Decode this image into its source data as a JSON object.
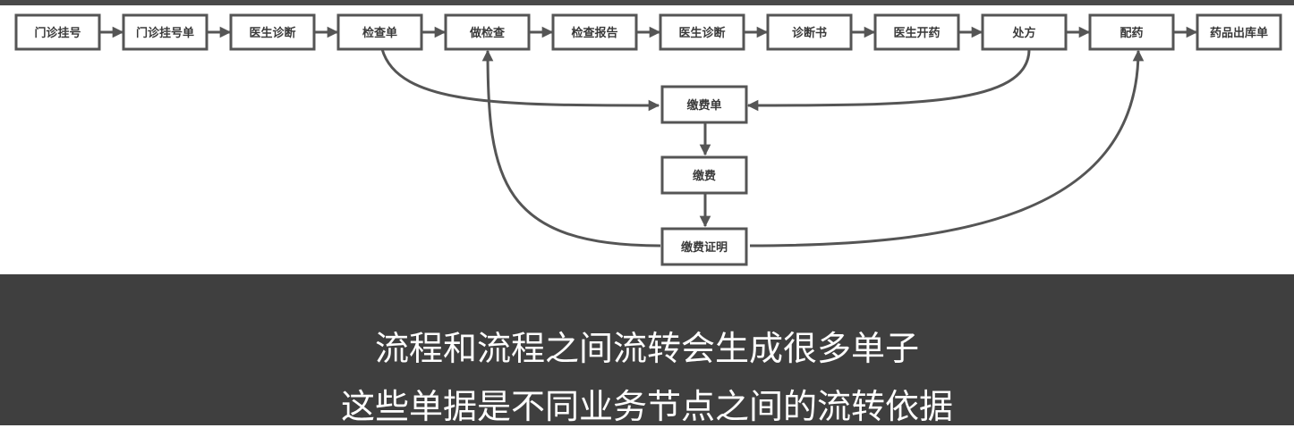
{
  "diagram": {
    "nodes": [
      {
        "id": "n1",
        "label": "门诊挂号"
      },
      {
        "id": "n2",
        "label": "门诊挂号单"
      },
      {
        "id": "n3",
        "label": "医生诊断"
      },
      {
        "id": "n4",
        "label": "检查单"
      },
      {
        "id": "n5",
        "label": "做检查"
      },
      {
        "id": "n6",
        "label": "检查报告"
      },
      {
        "id": "n7",
        "label": "医生诊断"
      },
      {
        "id": "n8",
        "label": "诊断书"
      },
      {
        "id": "n9",
        "label": "医生开药"
      },
      {
        "id": "n10",
        "label": "处方"
      },
      {
        "id": "n11",
        "label": "配药"
      },
      {
        "id": "n12",
        "label": "药品出库单"
      },
      {
        "id": "p1",
        "label": "缴费单"
      },
      {
        "id": "p2",
        "label": "缴费"
      },
      {
        "id": "p3",
        "label": "缴费证明"
      }
    ],
    "edges": [
      {
        "from": "n1",
        "to": "n2"
      },
      {
        "from": "n2",
        "to": "n3"
      },
      {
        "from": "n3",
        "to": "n4"
      },
      {
        "from": "n4",
        "to": "n5"
      },
      {
        "from": "n5",
        "to": "n6"
      },
      {
        "from": "n6",
        "to": "n7"
      },
      {
        "from": "n7",
        "to": "n8"
      },
      {
        "from": "n8",
        "to": "n9"
      },
      {
        "from": "n9",
        "to": "n10"
      },
      {
        "from": "n10",
        "to": "n11"
      },
      {
        "from": "n11",
        "to": "n12"
      },
      {
        "from": "n4",
        "to": "p1"
      },
      {
        "from": "n10",
        "to": "p1"
      },
      {
        "from": "p1",
        "to": "p2"
      },
      {
        "from": "p2",
        "to": "p3"
      },
      {
        "from": "p3",
        "to": "n5"
      },
      {
        "from": "p3",
        "to": "n11"
      }
    ]
  },
  "caption": {
    "line1": "流程和流程之间流转会生成很多单子",
    "line2": "这些单据是不同业务节点之间的流转依据"
  }
}
